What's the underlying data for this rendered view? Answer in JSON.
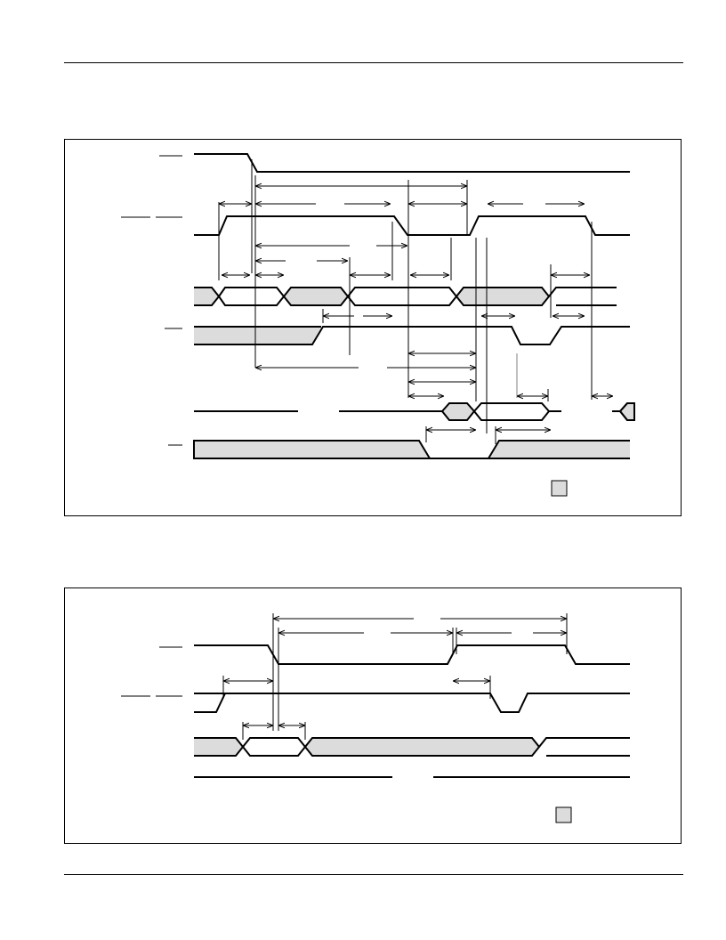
{
  "page": {
    "header_rule": "",
    "footer_rule": ""
  },
  "diagrams": [
    {
      "id": "timing-diagram-1",
      "signal_rows": 6,
      "legend_swatch": "gray"
    },
    {
      "id": "timing-diagram-2",
      "signal_rows": 4,
      "legend_swatch": "gray"
    }
  ],
  "colors": {
    "line": "#000000",
    "shade": "#dcdcdc",
    "frame": "#000000",
    "dim_line": "#808080"
  }
}
